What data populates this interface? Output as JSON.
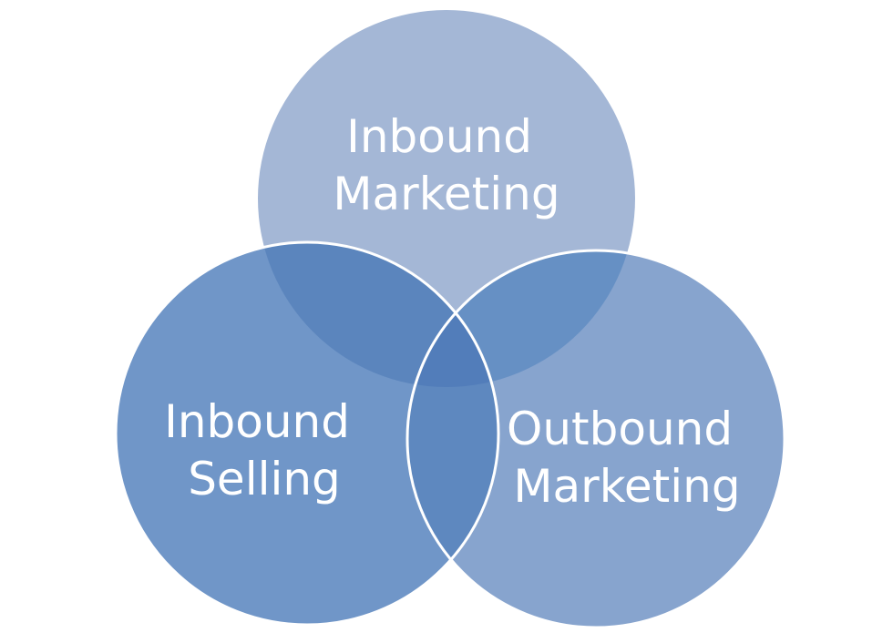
{
  "diagram": {
    "type": "venn",
    "colors": {
      "outline": "#ffffff",
      "text": "#ffffff"
    },
    "sets": [
      {
        "id": "inbound-marketing",
        "lines": [
          "Inbound",
          "Marketing"
        ],
        "color": "#a4b7d6"
      },
      {
        "id": "outbound-marketing",
        "lines": [
          "Outbound",
          "Marketing"
        ],
        "color": "#87a4ce"
      },
      {
        "id": "inbound-selling",
        "lines": [
          "Inbound",
          "Selling"
        ],
        "color": "#7096c8"
      }
    ],
    "overlap_colors": {
      "inbound-marketing+inbound-selling": "#5b85bd",
      "inbound-marketing+outbound-marketing": "#6690c4",
      "inbound-selling+outbound-marketing": "#5e88bf",
      "all": "#527dba"
    }
  }
}
